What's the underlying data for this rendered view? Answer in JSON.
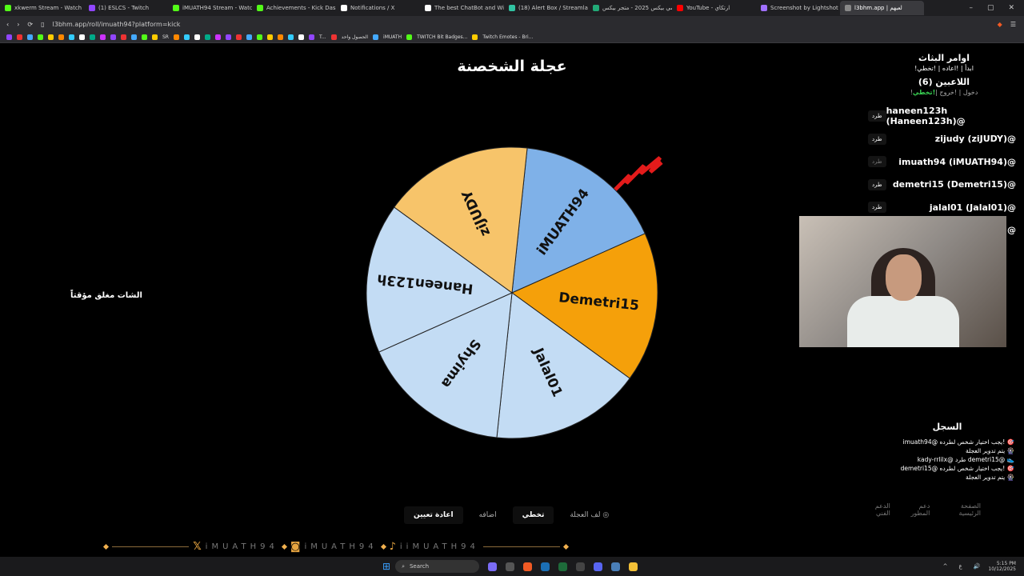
{
  "browser": {
    "tabs": [
      {
        "label": "xkwerm Stream - Watch Live",
        "color": "#53fc18"
      },
      {
        "label": "(1) ESLCS - Twitch",
        "color": "#9146ff"
      },
      {
        "label": "iMUATH94 Stream - Watch Live",
        "color": "#53fc18"
      },
      {
        "label": "Achievements - Kick Dashboard",
        "color": "#53fc18"
      },
      {
        "label": "Notifications / X",
        "color": "#ffffff"
      },
      {
        "label": "The best ChatBot and Widgets",
        "color": "#ffffff"
      },
      {
        "label": "(18) Alert Box / Streamlabs",
        "color": "#31c3a2"
      },
      {
        "label": "جيرسي بيكس 2025 - متجر بيكس",
        "color": "#2a7"
      },
      {
        "label": "YouTube - ارتكاي",
        "color": "#ff0000"
      },
      {
        "label": "Screenshot by Lightshot",
        "color": "#a070ff"
      },
      {
        "label": "l3bhm.app | لعبهم",
        "color": "#888888",
        "active": true
      }
    ],
    "url": "l3bhm.app/roll/imuath94?platform=kick",
    "bookmarks": [
      "SR",
      "T...",
      "الحصول واحد",
      "iMUATH",
      "TWITCH Bit Badges...",
      "Twitch Emotes - Bri..."
    ]
  },
  "title": "عجلة الشخصنة",
  "chat_closed": "الشات مغلق مؤقتاً",
  "wheel": {
    "segments": [
      {
        "label": "iMUATH94",
        "color": "#7fb1e8"
      },
      {
        "label": "Demetri15",
        "color": "#f5a00a"
      },
      {
        "label": "Jalal01",
        "color": "#c3dcf4"
      },
      {
        "label": "Shyima",
        "color": "#c3dcf4"
      },
      {
        "label": "Haneen123h",
        "color": "#c3dcf4"
      },
      {
        "label": "ziJUDY",
        "color": "#f7c46a"
      }
    ],
    "pointer_color": "#e31b1b"
  },
  "side": {
    "commands_title": "اوامر البثاث",
    "commands": "!ابدأ | !اعاده | !تخطي",
    "players_title": "اللاعبين (6)",
    "player_cmds": "!دخول | !خروج |",
    "player_cmd_highlight": "!تخطي",
    "kick_label": "طرد",
    "players": [
      "haneen123h (Haneen123h)@",
      "zijudy (ziJUDY)@",
      "imuath94 (iMUATH94)@",
      "demetri15 (Demetri15)@",
      "jalal01 (Jalal01)@",
      "@"
    ]
  },
  "log": {
    "title": "السجل",
    "entries": [
      "imuath94@ يجب اختيار شخص لطرده! 🎯",
      "يتم تدوير العجلة 🎡",
      "kady-rrlilx@ طرد demetri15@ 👟",
      "demetri15@ يجب اختيار شخص لطرده! 🎯",
      "يتم تدوير العجلة 🎡"
    ]
  },
  "footer_links": [
    "الصفحة الرئيسية",
    "دعم المطور",
    "الدعم الفني"
  ],
  "controls": {
    "spin": "لف العجلة",
    "skip": "تخطي",
    "add": "اضافه",
    "reset": "اعادة تعيين"
  },
  "social": {
    "handle": "iMUATH94",
    "handle_tiktok": "iiMUATH94"
  },
  "taskbar": {
    "search": "Search",
    "time": "5:15 PM",
    "date": "10/12/2025",
    "lang": "ع"
  }
}
